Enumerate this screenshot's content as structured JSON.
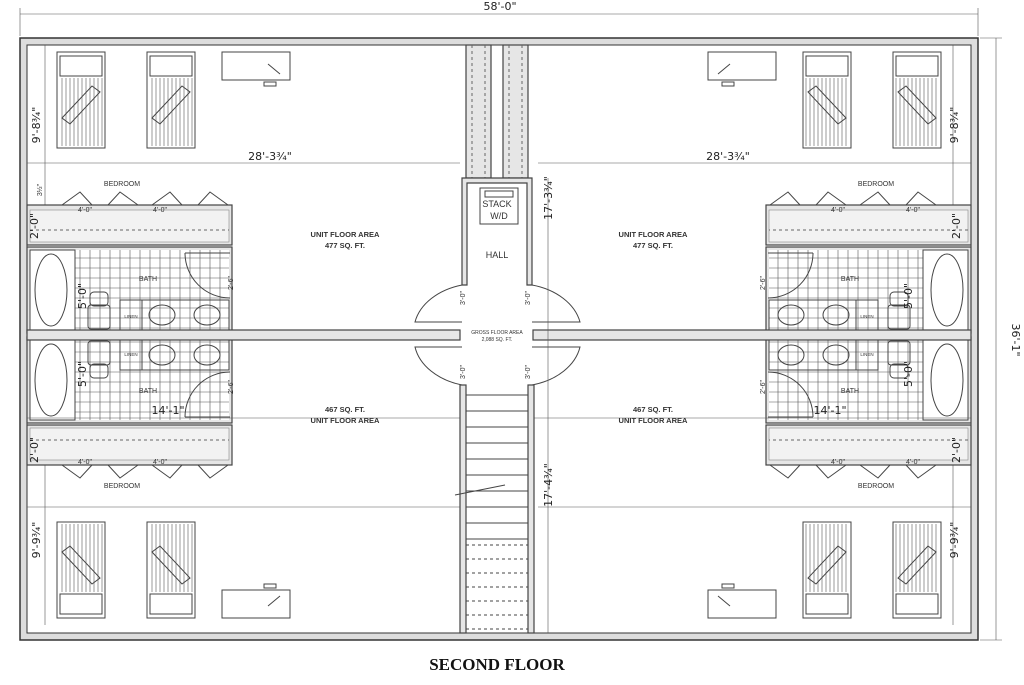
{
  "title": "SECOND FLOOR",
  "overall_width": "58'-0\"",
  "overall_depth": "36'-1\"",
  "center_dims": {
    "upper": "17'-3¾\"",
    "lower": "17'-4¾\""
  },
  "hall": {
    "label": "HALL",
    "washer": "STACK",
    "washer2": "W/D",
    "door": "3'-0\""
  },
  "gross": {
    "label": "GROSS FLOOR AREA",
    "value": "2,088 SQ. FT."
  },
  "units": {
    "upper": {
      "area_label": "UNIT FLOOR AREA",
      "area": "477 SQ. FT.",
      "width": "28'-3¾\"",
      "bedroom_depth": "9'-8¾\""
    },
    "lower": {
      "area_label": "UNIT FLOOR AREA",
      "area": "467 SQ. FT.",
      "width": "14'-1\"",
      "bedroom_depth": "9'-9¾\""
    }
  },
  "rooms": {
    "bedroom": "BEDROOM",
    "bath": "BATH",
    "linen": "LINEN"
  },
  "dims": {
    "closet_door": "4'-0\"",
    "closet_depth": "2'-0\"",
    "tub": "5'-0\"",
    "bath_door": "2'-6\"",
    "offset": "3½\""
  }
}
